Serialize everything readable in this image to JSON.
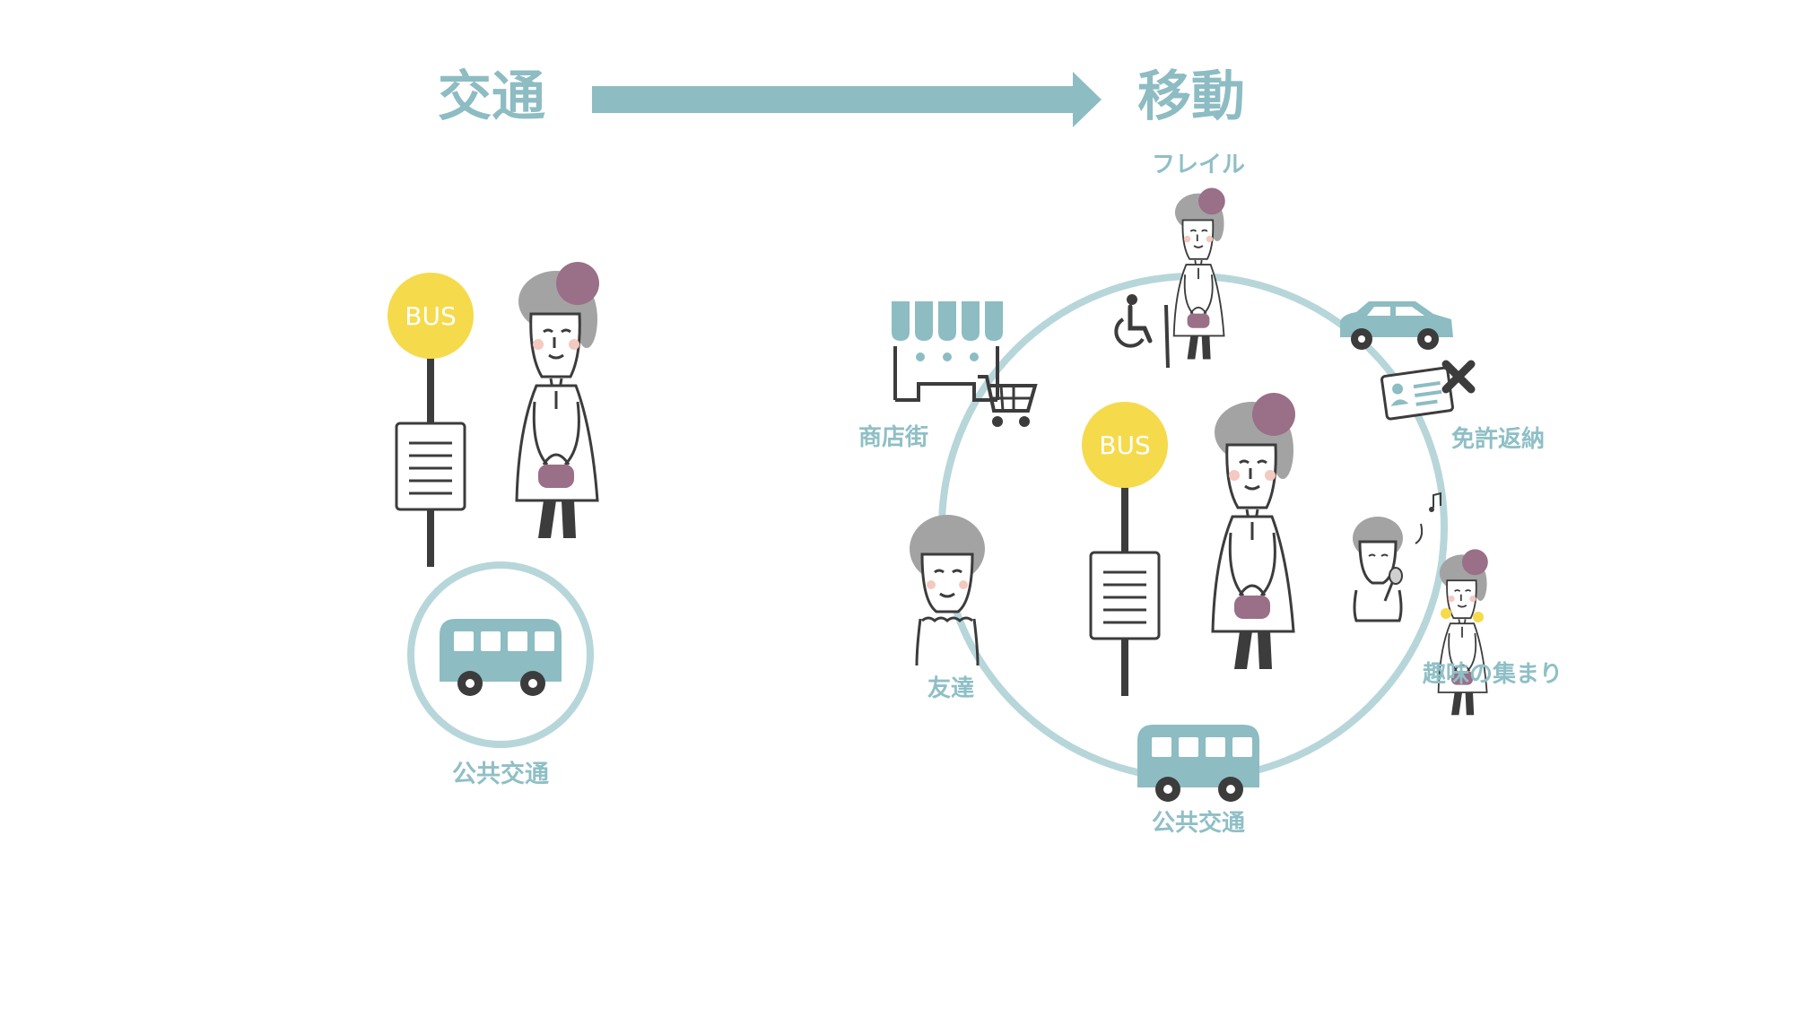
{
  "header": {
    "left_title": "交通",
    "right_title": "移動"
  },
  "left_panel": {
    "bus_sign": "BUS",
    "bus_caption": "公共交通"
  },
  "right_panel": {
    "bus_sign": "BUS",
    "labels": {
      "frailty": "フレイル",
      "shopping": "商店街",
      "license": "免許返納",
      "friend": "友達",
      "hobby": "趣味の集まり",
      "transit": "公共交通"
    }
  },
  "colors": {
    "teal": "#8dbcc3",
    "ring": "#b7d6da",
    "yellow": "#f5da4c",
    "purple": "#9a6f88",
    "hair": "#a3a3a3",
    "ink": "#3c3c3c"
  }
}
